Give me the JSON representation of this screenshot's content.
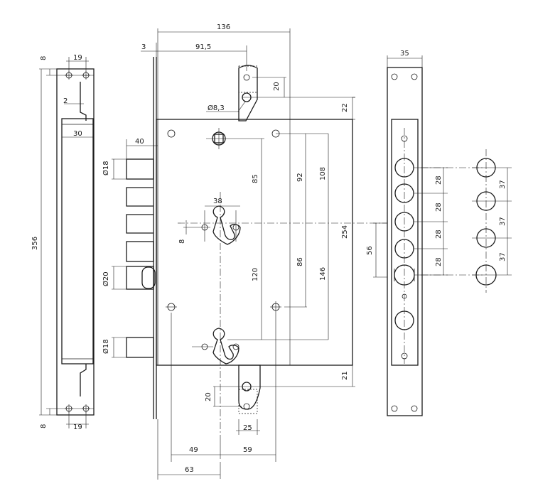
{
  "labels": {
    "w136": "136",
    "w3": "3",
    "w91_5": "91,5",
    "w35": "35",
    "h8_top": "8",
    "w19_top": "19",
    "w2": "2",
    "w30": "30",
    "w40": "40",
    "d18_a": "Ø18",
    "d20": "Ø20",
    "d18_b": "Ø18",
    "h356": "356",
    "h8_bot": "8",
    "w19_bot": "19",
    "h20_top": "20",
    "d8_3": "Ø8,3",
    "h22": "22",
    "h85": "85",
    "h92": "92",
    "h108": "108",
    "w38": "38",
    "h8_key": "8",
    "h254": "254",
    "h56": "56",
    "h120": "120",
    "h86": "86",
    "h146": "146",
    "h28_a": "28",
    "h28_b": "28",
    "h28_c": "28",
    "h28_d": "28",
    "h37_a": "37",
    "h37_b": "37",
    "h37_c": "37",
    "h21": "21",
    "h20_bot": "20",
    "w25": "25",
    "w49": "49",
    "w59": "59",
    "w63": "63"
  }
}
